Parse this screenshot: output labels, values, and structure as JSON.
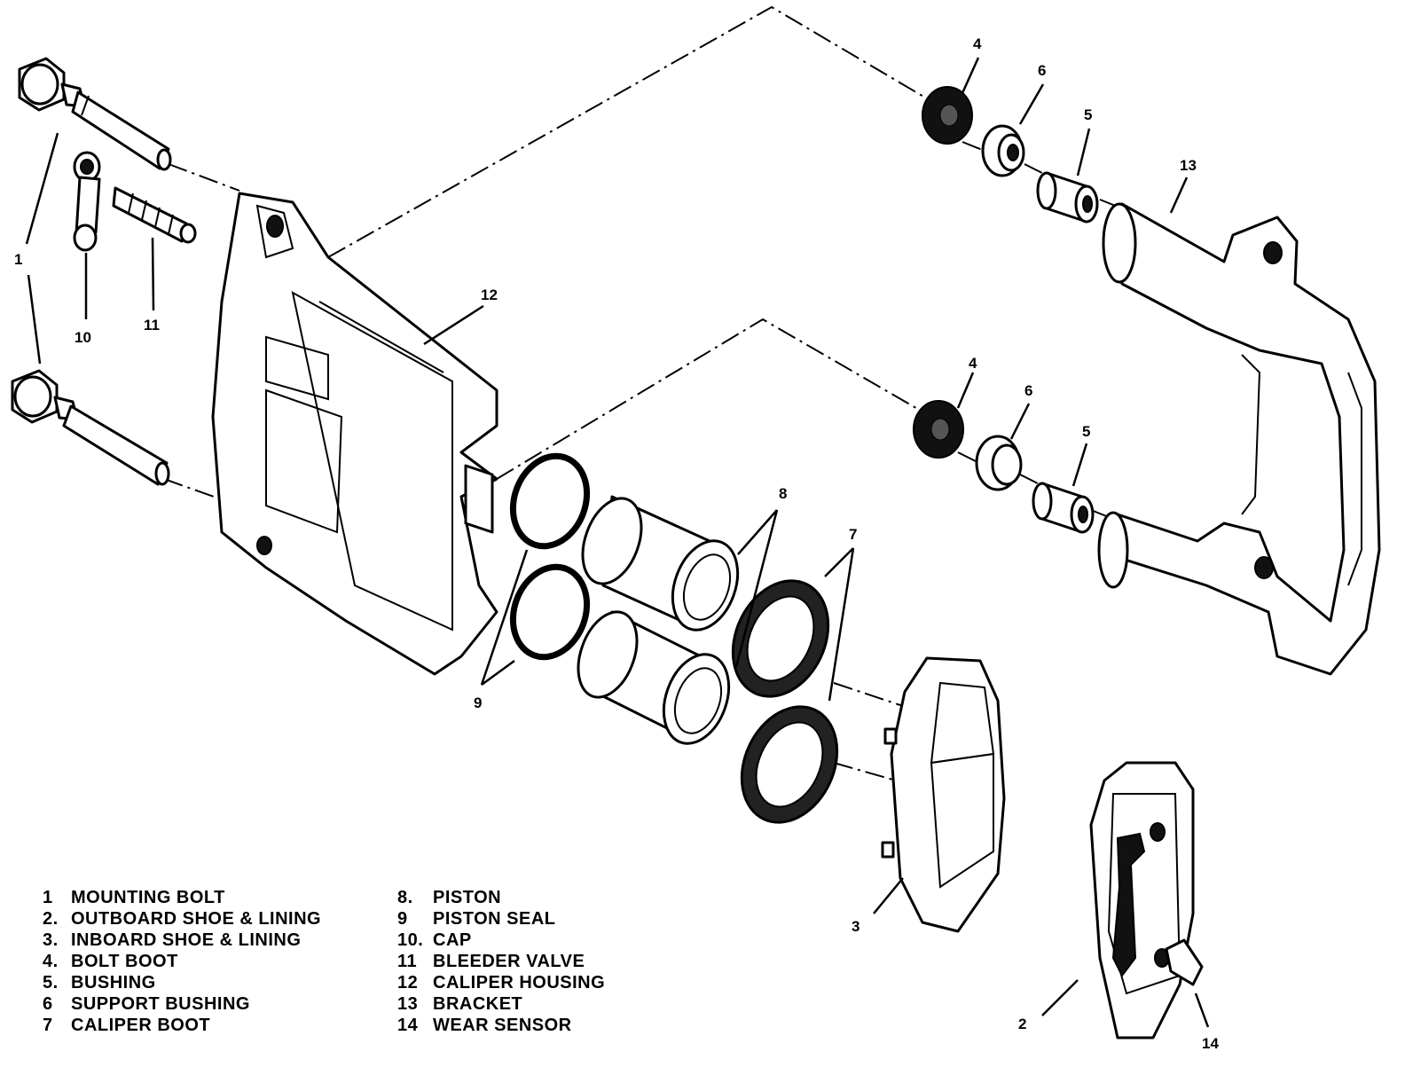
{
  "diagram": {
    "callouts": [
      {
        "id": "c1",
        "text": "1"
      },
      {
        "id": "c2",
        "text": "2"
      },
      {
        "id": "c3",
        "text": "3"
      },
      {
        "id": "c4a",
        "text": "4"
      },
      {
        "id": "c4b",
        "text": "4"
      },
      {
        "id": "c5a",
        "text": "5"
      },
      {
        "id": "c5b",
        "text": "5"
      },
      {
        "id": "c6a",
        "text": "6"
      },
      {
        "id": "c6b",
        "text": "6"
      },
      {
        "id": "c7",
        "text": "7"
      },
      {
        "id": "c8",
        "text": "8"
      },
      {
        "id": "c9",
        "text": "9"
      },
      {
        "id": "c10",
        "text": "10"
      },
      {
        "id": "c11",
        "text": "11"
      },
      {
        "id": "c12",
        "text": "12"
      },
      {
        "id": "c13",
        "text": "13"
      },
      {
        "id": "c14",
        "text": "14"
      }
    ],
    "legend": [
      {
        "num": "1",
        "label": "MOUNTING BOLT"
      },
      {
        "num": "2.",
        "label": "OUTBOARD SHOE & LINING"
      },
      {
        "num": "3.",
        "label": "INBOARD SHOE & LINING"
      },
      {
        "num": "4.",
        "label": "BOLT BOOT"
      },
      {
        "num": "5.",
        "label": "BUSHING"
      },
      {
        "num": "6",
        "label": "SUPPORT BUSHING"
      },
      {
        "num": "7",
        "label": "CALIPER BOOT"
      },
      {
        "num": "8.",
        "label": "PISTON"
      },
      {
        "num": "9",
        "label": "PISTON SEAL"
      },
      {
        "num": "10.",
        "label": "CAP"
      },
      {
        "num": "11",
        "label": "BLEEDER VALVE"
      },
      {
        "num": "12",
        "label": "CALIPER HOUSING"
      },
      {
        "num": "13",
        "label": "BRACKET"
      },
      {
        "num": "14",
        "label": "WEAR SENSOR"
      }
    ]
  }
}
